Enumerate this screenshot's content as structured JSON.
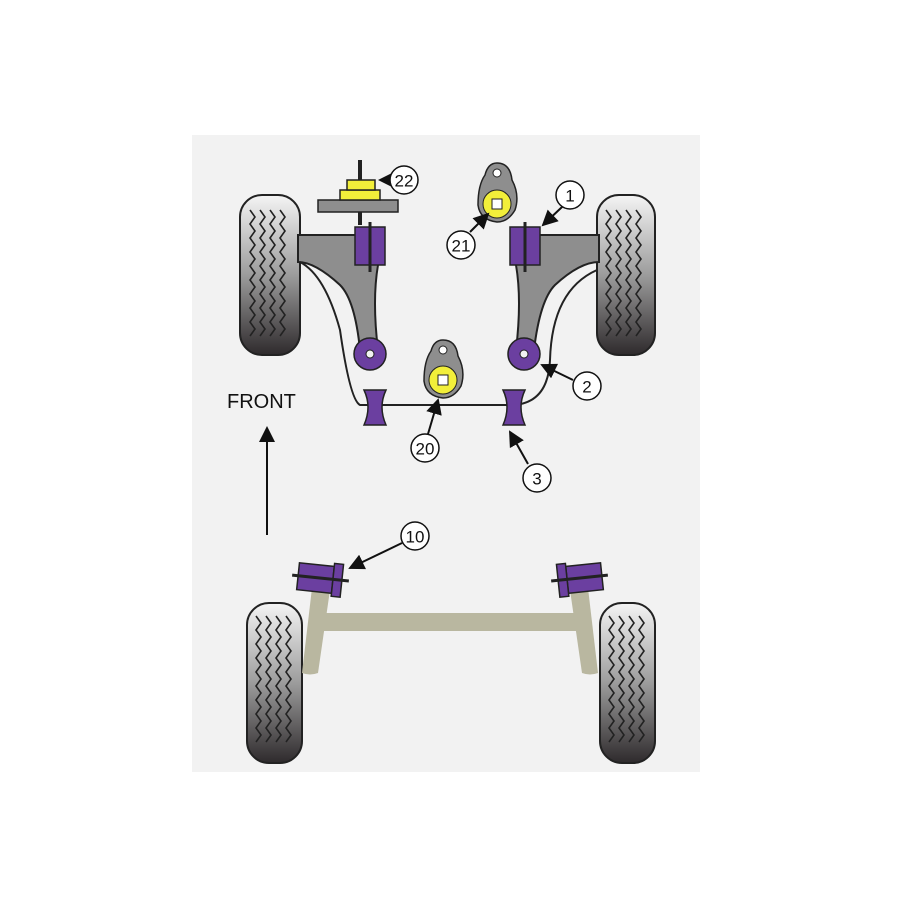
{
  "diagram": {
    "direction_label": "FRONT",
    "callouts": [
      "22",
      "21",
      "1",
      "2",
      "20",
      "3",
      "10"
    ],
    "colors": {
      "bushing": "#6b3fa0",
      "mount_insert": "#f2ef3a",
      "arm": "#8e8e8e",
      "rear_beam": "#b9b7a0",
      "panel": "#f2f2f2"
    }
  }
}
